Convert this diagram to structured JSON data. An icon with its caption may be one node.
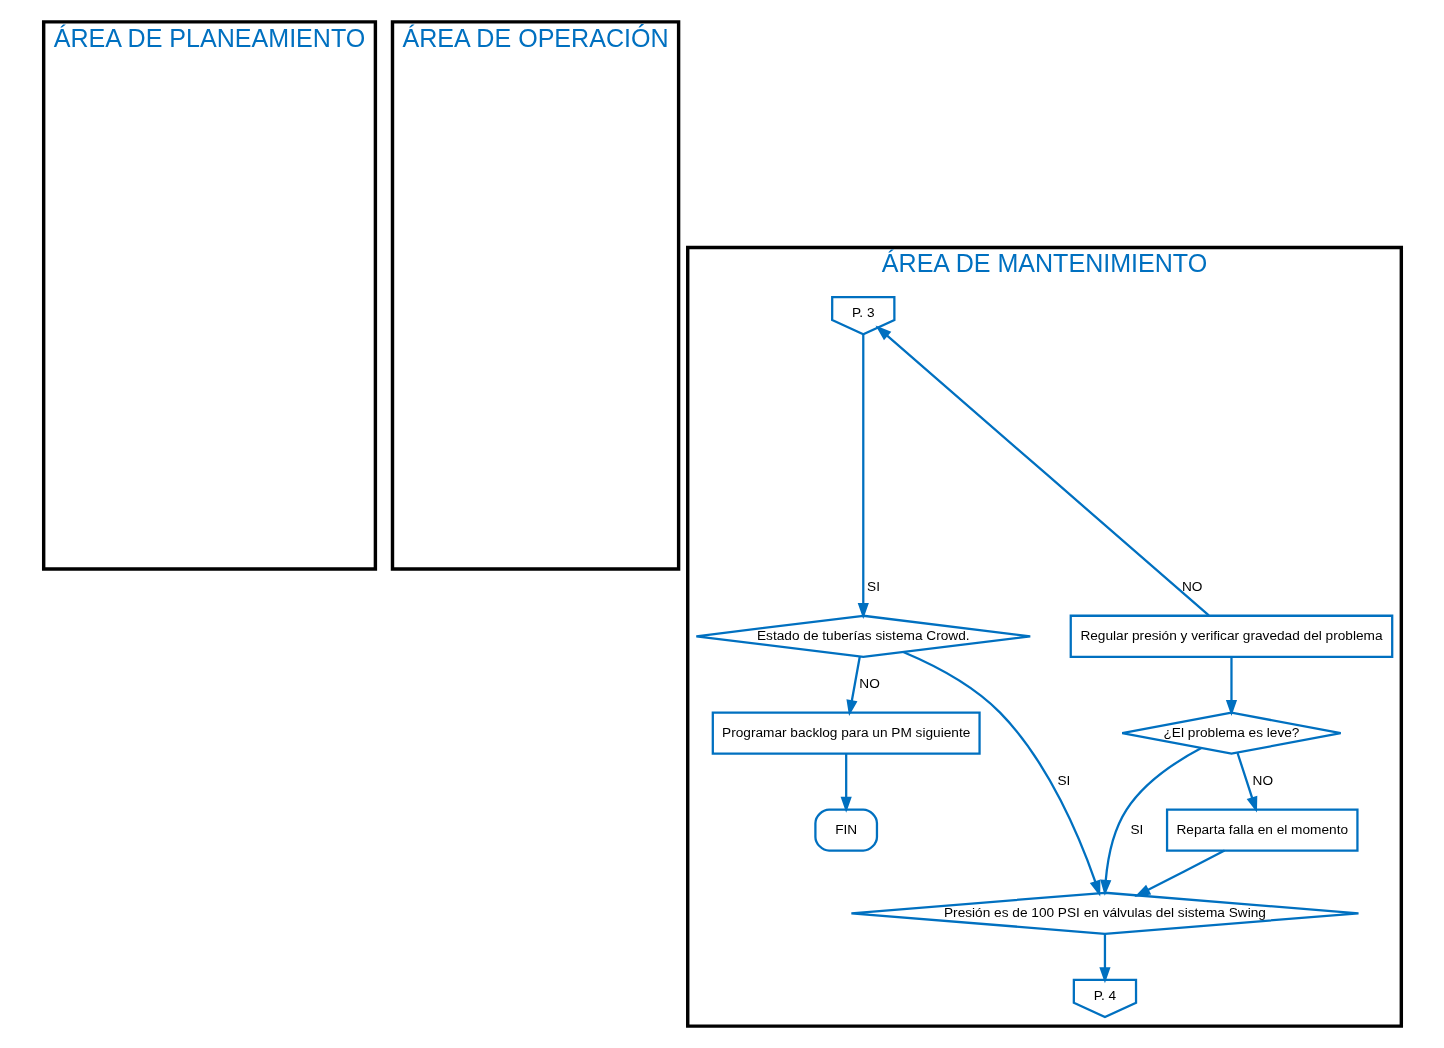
{
  "diagram": {
    "nodes": [
      {
        "text": [
          "ÁREA DE PLANEAMIENTO"
        ]
      },
      {
        "text": [
          "ÁREA DE OPERACIÓN"
        ]
      },
      {
        "text": [
          "ÁREA DE MANTENIMIENTO"
        ]
      },
      {
        "text": [
          "P. 3"
        ],
        "in": 2
      },
      {
        "text": [
          "Estado de tuberías sistema Crowd."
        ],
        "in": 2
      },
      {
        "text": [
          "Regular presión y verificar gravedad del problema"
        ],
        "in": 2
      },
      {
        "text": [
          "Programar backlog para un PM siguiente"
        ],
        "in": 2
      },
      {
        "text": [
          "FIN"
        ],
        "in": 2
      },
      {
        "text": [
          "Presión es de 100 PSI en válvulas del sistema Swing"
        ],
        "in": 2
      },
      {
        "text": [
          "¿El problema es leve?"
        ],
        "in": 2
      },
      {
        "text": [
          "Reparta falla en el momento"
        ],
        "in": 2
      },
      {
        "text": [
          "P. 4"
        ],
        "in": 2
      }
    ],
    "edges": [
      {
        "from": 3,
        "to": 4,
        "arrow": "to",
        "label": "SI"
      },
      {
        "from": 5,
        "to": 3,
        "arrow": "to",
        "label": "NO"
      },
      {
        "from": 4,
        "to": 6,
        "arrow": "to",
        "label": "NO"
      },
      {
        "from": 4,
        "to": 8,
        "arrow": "to",
        "label": "SI"
      },
      {
        "from": 6,
        "to": 7,
        "arrow": "to"
      },
      {
        "from": 5,
        "to": 9,
        "arrow": "to"
      },
      {
        "from": 9,
        "to": 8,
        "arrow": "to",
        "label": "SI"
      },
      {
        "from": 9,
        "to": 10,
        "arrow": "to",
        "label": "NO"
      },
      {
        "from": 10,
        "to": 8,
        "arrow": "to"
      },
      {
        "from": 8,
        "to": 11,
        "arrow": "to"
      }
    ]
  }
}
